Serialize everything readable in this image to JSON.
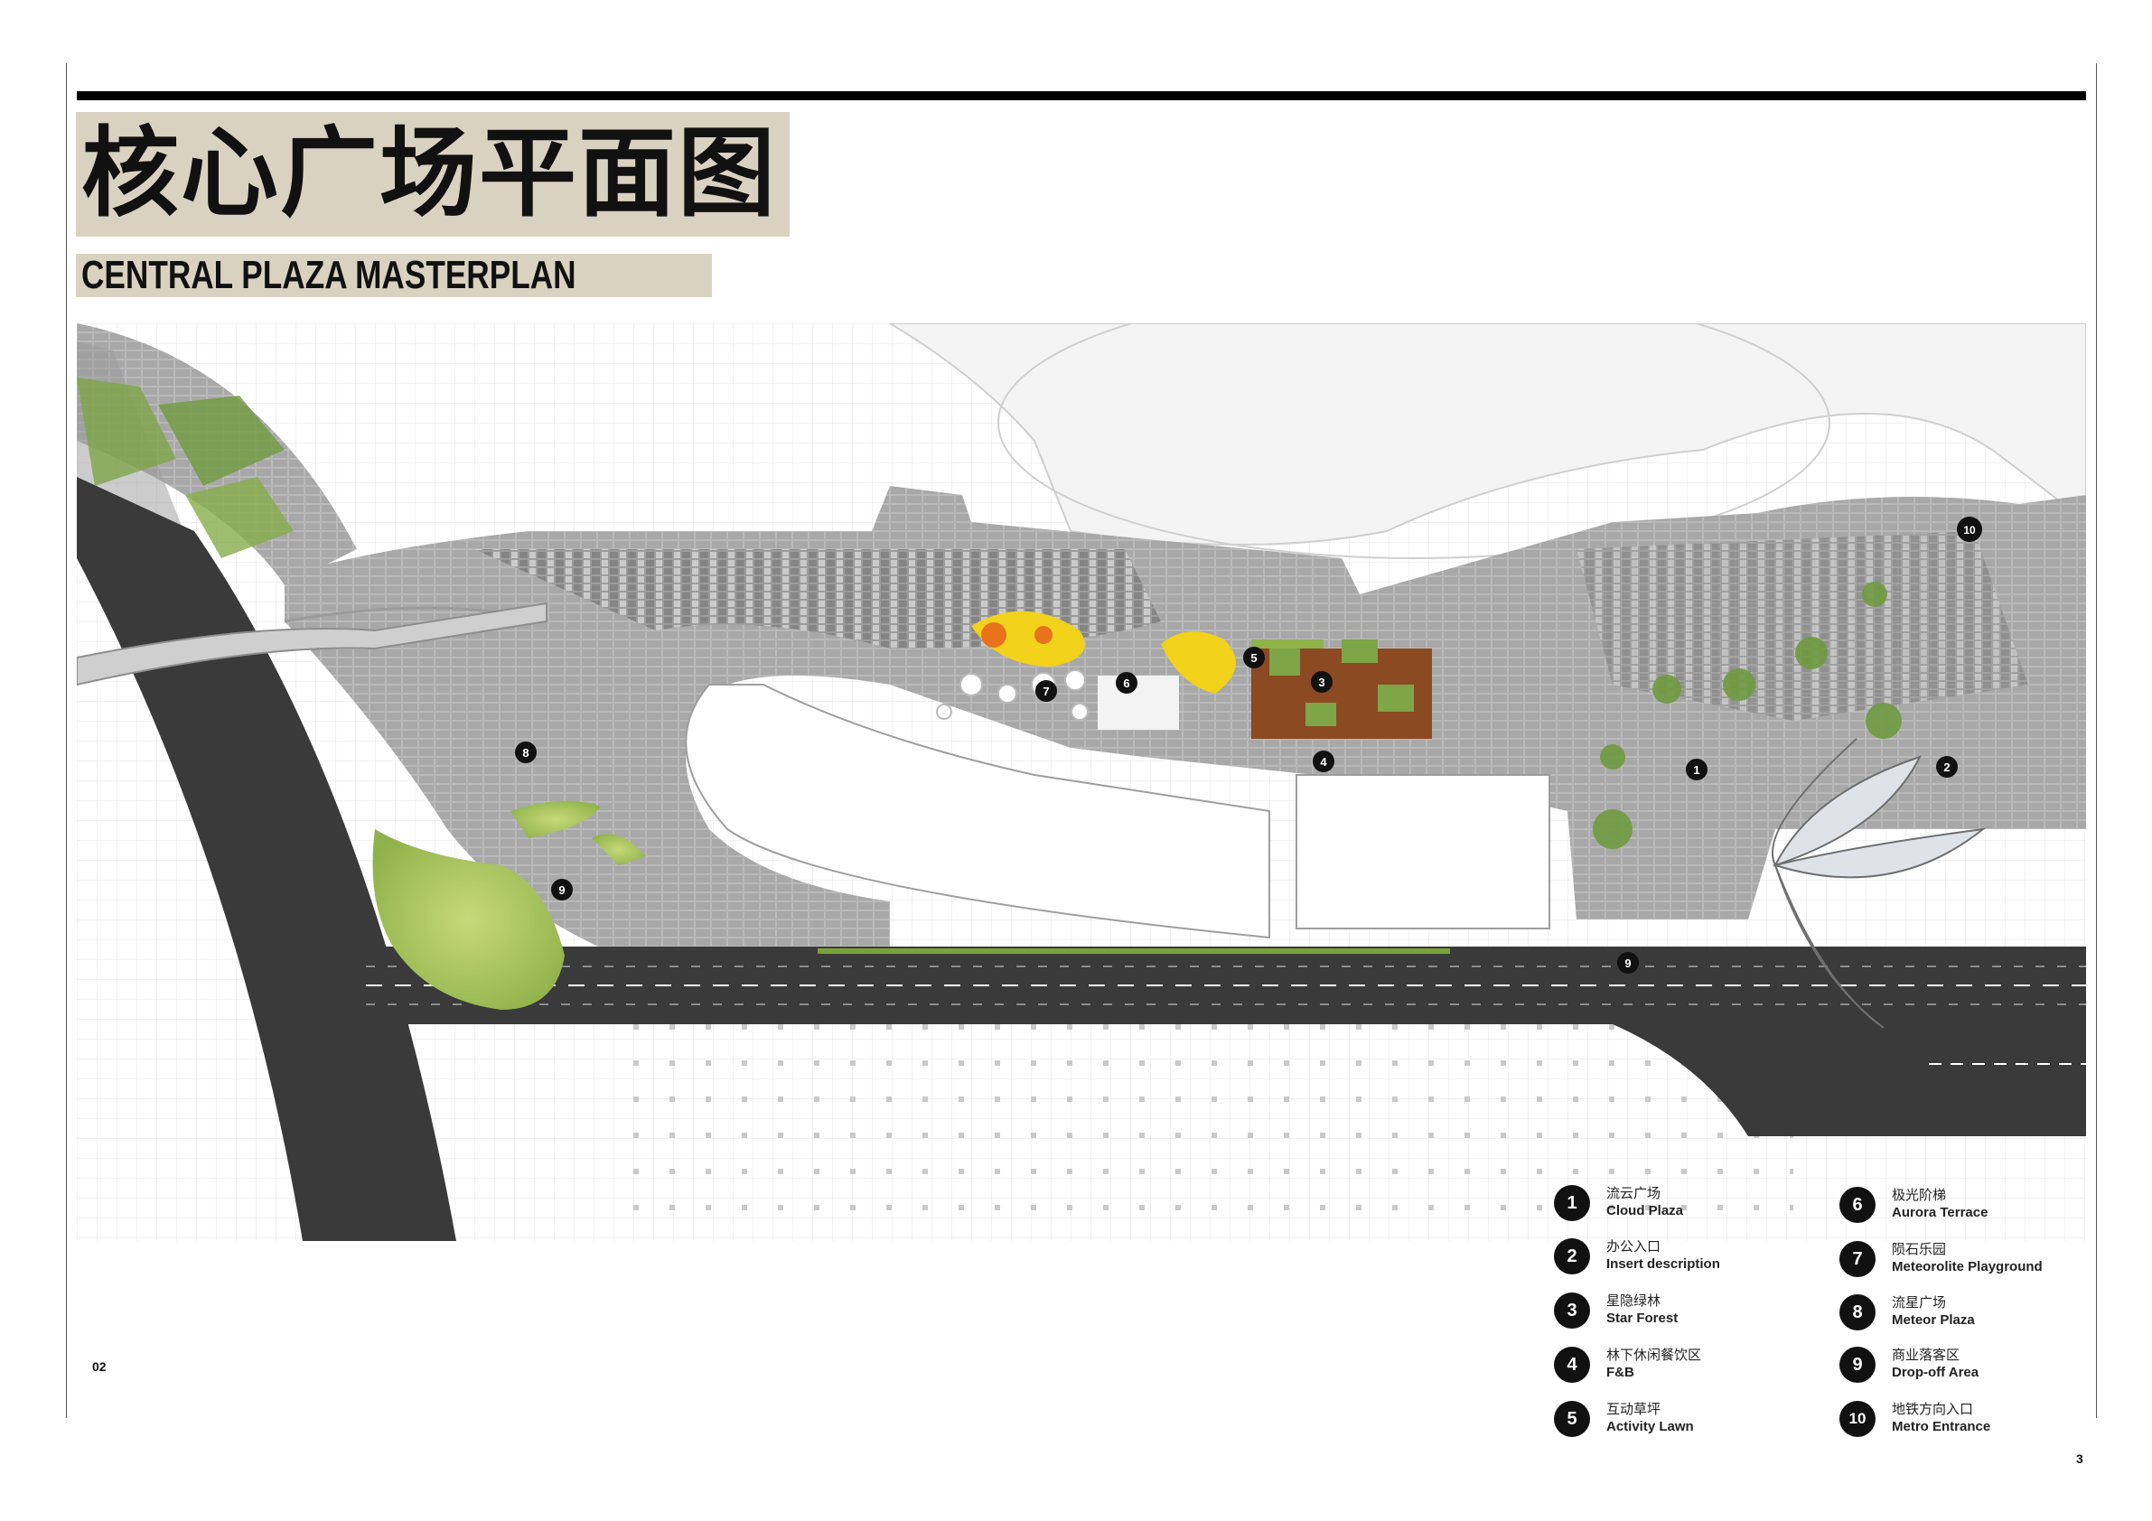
{
  "title": {
    "cn": "核心广场平面图",
    "en": "CENTRAL PLAZA MASTERPLAN"
  },
  "page_numbers": {
    "left": "02",
    "right": "3"
  },
  "markers": [
    {
      "num": "1"
    },
    {
      "num": "2"
    },
    {
      "num": "3"
    },
    {
      "num": "4"
    },
    {
      "num": "5"
    },
    {
      "num": "6"
    },
    {
      "num": "7"
    },
    {
      "num": "8"
    },
    {
      "num": "9"
    },
    {
      "num": "9"
    },
    {
      "num": "10"
    }
  ],
  "legend": [
    {
      "num": "1",
      "cn": "流云广场",
      "en": "Cloud Plaza"
    },
    {
      "num": "2",
      "cn": "办公入口",
      "en": "Insert description"
    },
    {
      "num": "3",
      "cn": "星隐绿林",
      "en": "Star Forest"
    },
    {
      "num": "4",
      "cn": "林下休闲餐饮区",
      "en": "F&B"
    },
    {
      "num": "5",
      "cn": "互动草坪",
      "en": "Activity Lawn"
    },
    {
      "num": "6",
      "cn": "极光阶梯",
      "en": "Aurora Terrace"
    },
    {
      "num": "7",
      "cn": "陨石乐园",
      "en": "Meteorolite Playground"
    },
    {
      "num": "8",
      "cn": "流星广场",
      "en": "Meteor Plaza"
    },
    {
      "num": "9",
      "cn": "商业落客区",
      "en": "Drop-off Area"
    },
    {
      "num": "10",
      "cn": "地铁方向入口",
      "en": "Metro Entrance"
    }
  ],
  "colors": {
    "paving": "#b5b5b5",
    "road": "#3a3a3a",
    "lawn": "#a3c45a",
    "deck": "#8b4a22",
    "accent_yellow": "#f2d21a",
    "accent_orange": "#e8731a",
    "title_band": "#d9d2c1"
  }
}
